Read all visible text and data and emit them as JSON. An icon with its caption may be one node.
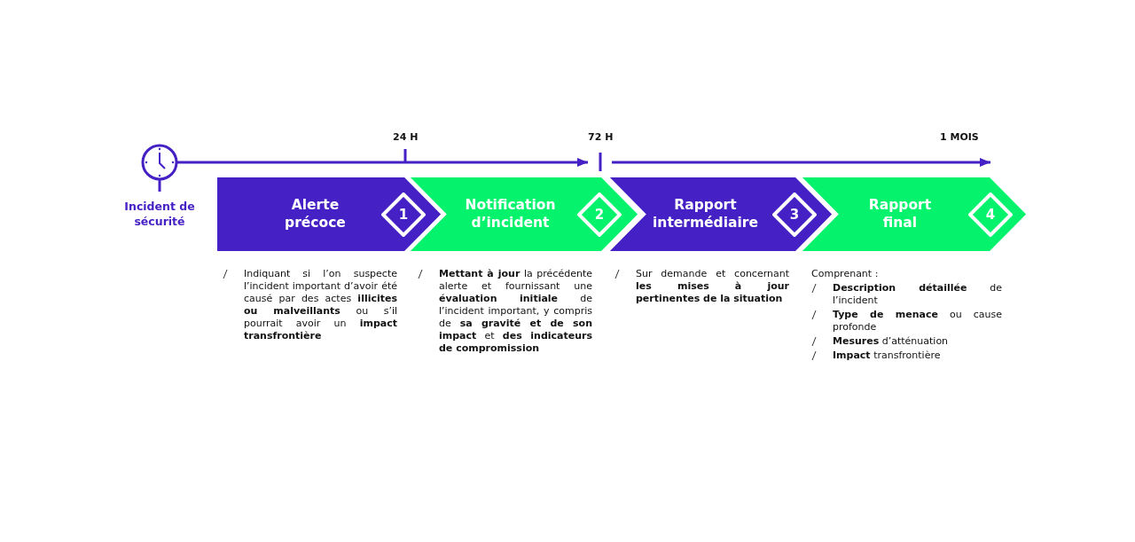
{
  "diagram": {
    "nodes": [
      {
        "text": [],
        "shape": "picture",
        "beside": [
          "Incident de sécurité"
        ]
      },
      {
        "text": [
          "Alerte précoce"
        ],
        "beside": [
          "Indiquant si l’on suspecte l’incident important d’avoir été causé par des actes **illicites ou malveillants** ou s’il pourrait avoir un **impact transfrontière**"
        ]
      },
      {
        "text": [
          "1"
        ],
        "in": 1
      },
      {
        "text": [
          "Notification d’incident"
        ],
        "beside": [
          "**Mettant à jour** la précédente alerte et fournissant une **évaluation initiale** de l’incident important, y compris de **sa gravité et de son impact** et **des indicateurs de compromission**"
        ]
      },
      {
        "text": [
          "2"
        ],
        "in": 3
      },
      {
        "text": [
          "Rapport intermédiaire"
        ],
        "beside": [
          "Sur demande et concernant **les mises à jour pertinentes de la situation**"
        ]
      },
      {
        "text": [
          "3"
        ],
        "in": 5
      },
      {
        "text": [
          "Rapport final"
        ],
        "beside": [
          "Comprenant :",
          "**Description détaillée** de l’incident",
          "**Type de menace** ou cause profonde",
          "**Mesures** d’atténuation",
          "**Impact** transfrontière"
        ]
      },
      {
        "text": [
          "4"
        ],
        "in": 7
      },
      {
        "text": [
          "72 H"
        ]
      },
      {
        "text": [
          "1 MOIS"
        ]
      }
    ],
    "edges": [
      {
        "from": 0,
        "to": 9,
        "arrow": "to"
      },
      {
        "from": 9,
        "to": 10,
        "arrow": "to"
      }
    ],
    "labels": [
      "24 H"
    ]
  }
}
